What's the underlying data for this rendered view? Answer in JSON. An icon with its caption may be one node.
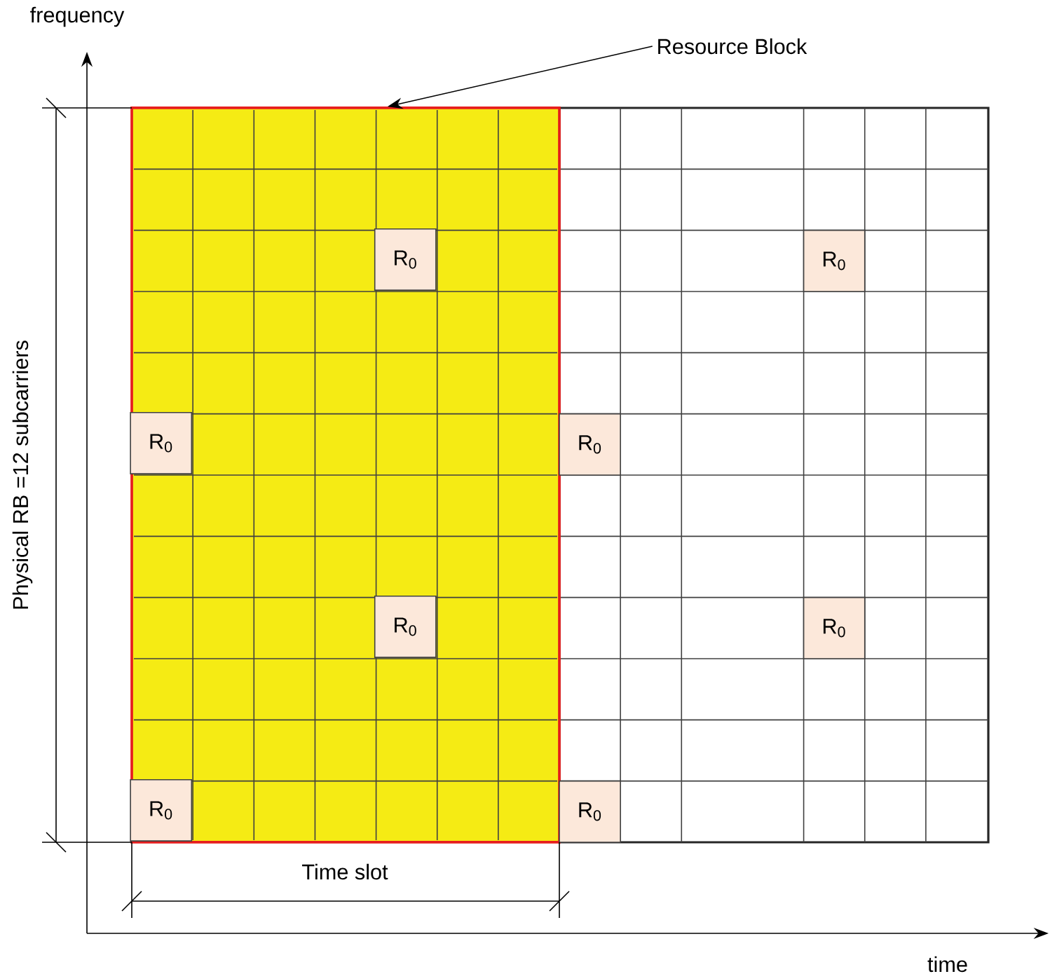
{
  "diagram": {
    "nodes": [
      {
        "text": [
          "Resource Block"
        ]
      },
      {
        "text": [],
        "shape": "box"
      },
      {
        "text": [
          "R$_{0}$"
        ],
        "in": 1
      },
      {
        "text": [
          "R$_{0}$"
        ]
      },
      {
        "text": [
          "R$_{0}$"
        ],
        "in": 1
      },
      {
        "text": [
          "R$_{0}$"
        ]
      },
      {
        "text": [
          "R$_{0}$"
        ],
        "in": 1
      },
      {
        "text": [
          "R$_{0}$"
        ]
      },
      {
        "text": [
          "R$_{0}$"
        ],
        "in": 1
      },
      {
        "text": [
          "R$_{0}$"
        ]
      }
    ],
    "edges": [
      {
        "from": 0,
        "to": 1,
        "arrow": "to"
      }
    ],
    "labels": [
      "frequency",
      "Physical RB =12 subcarriers",
      "Time slot",
      "time"
    ]
  }
}
